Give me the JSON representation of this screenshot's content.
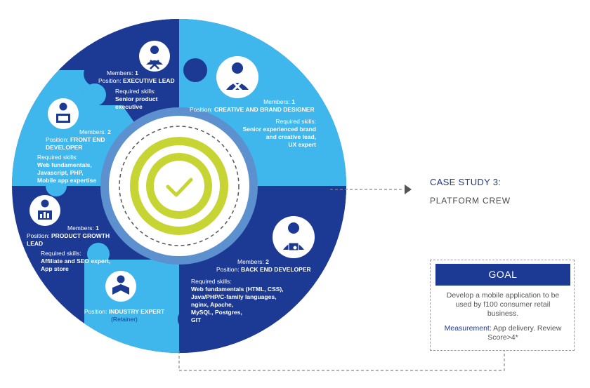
{
  "roles": {
    "executive_lead": {
      "members_label": "Members:",
      "members_count": "1",
      "position_label": "Position:",
      "position": "EXECUTIVE LEAD",
      "skills_label": "Required skills:",
      "skills": [
        "Senior product",
        "executive"
      ]
    },
    "creative_brand_designer": {
      "members_label": "Members:",
      "members_count": "1",
      "position_label": "Position:",
      "position": "CREATIVE AND BRAND DESIGNER",
      "skills_label": "Required skills:",
      "skills": [
        "Senior experienced brand",
        "and creative lead,",
        "UX expert"
      ]
    },
    "front_end_developer": {
      "members_label": "Members:",
      "members_count": "2",
      "position_label": "Position:",
      "position": "FRONT END DEVELOPER",
      "skills_label": "Required skills:",
      "skills": [
        "Web fundamentals,",
        "Javascript, PHP,",
        "Mobile app expertise"
      ]
    },
    "product_growth_lead": {
      "members_label": "Members:",
      "members_count": "1",
      "position_label": "Position:",
      "position": "PRODUCT GROWTH LEAD",
      "skills_label": "Required skills:",
      "skills": [
        "Affiliate  and SEO expert,",
        "App store"
      ]
    },
    "industry_expert": {
      "position_label": "Position:",
      "position": "INDUSTRY EXPERT",
      "note": "(Retainer)"
    },
    "back_end_developer": {
      "members_label": "Members:",
      "members_count": "2",
      "position_label": "Position:",
      "position": "BACK END DEVELOPER",
      "skills_label": "Required skills:",
      "skills": [
        "Web fundamentals (HTML, CSS),",
        "Java/PHP/C-family languages,",
        "nginx, Apache,",
        "MySQL, Postgres,",
        "GIT"
      ]
    }
  },
  "case_study": {
    "title": "CASE STUDY 3:",
    "subtitle": "PLATFORM CREW"
  },
  "goal": {
    "heading": "GOAL",
    "description": "Develop a mobile application to be used by f100 consumer retail business.",
    "measurement_label": "Measurement:",
    "measurement_value": "App delivery. Review Score>4*"
  },
  "colors": {
    "dark_blue": "#1c3a94",
    "light_blue": "#3fb6ec",
    "accent_green": "#c6d534",
    "ring_blue": "#5c90cf"
  },
  "icons": [
    "person-tools-icon",
    "person-x-icon",
    "person-code-icon",
    "person-chart-icon",
    "person-book-icon",
    "person-settings-icon",
    "check-icon"
  ]
}
